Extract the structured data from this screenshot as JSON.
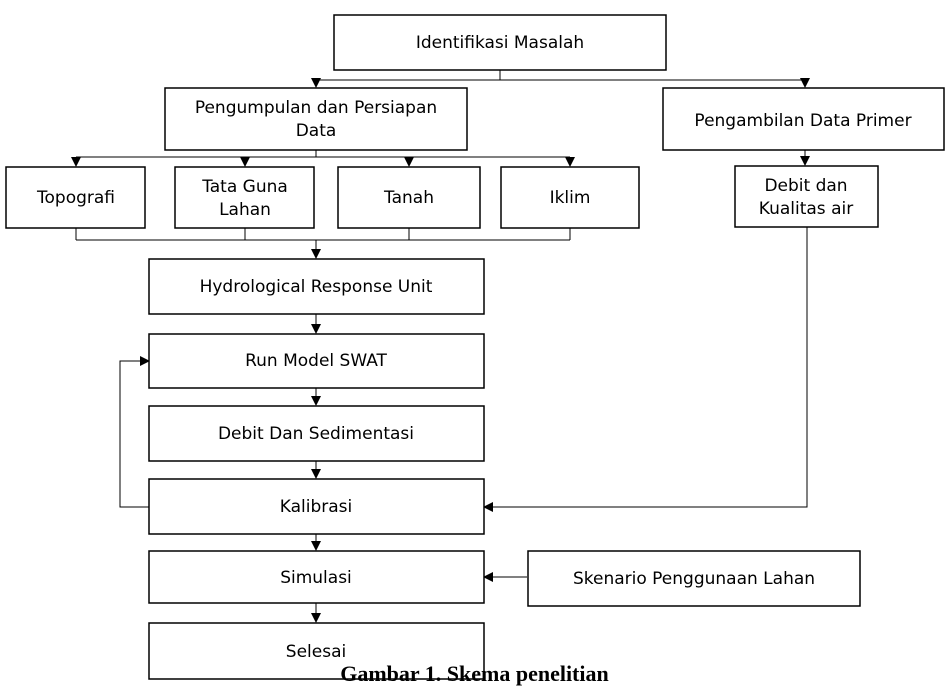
{
  "diagram": {
    "nodes": {
      "identifikasi": "Identifikasi Masalah",
      "pengumpulan": [
        "Pengumpulan dan Persiapan",
        "Data"
      ],
      "pengambilan": "Pengambilan Data Primer",
      "topografi": "Topografi",
      "tataguna": [
        "Tata Guna",
        "Lahan"
      ],
      "tanah": "Tanah",
      "iklim": "Iklim",
      "debitkualitas": [
        "Debit dan",
        "Kualitas air"
      ],
      "hru": "Hydrological Response Unit",
      "runmodel": "Run Model SWAT",
      "debitsedimentasi": "Debit Dan Sedimentasi",
      "kalibrasi": "Kalibrasi",
      "simulasi": "Simulasi",
      "skenario": "Skenario Penggunaan Lahan",
      "selesai": "Selesai"
    },
    "caption": "Gambar 1. Skema penelitian"
  }
}
